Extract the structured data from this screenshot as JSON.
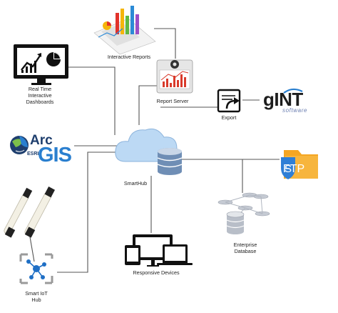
{
  "nodes": {
    "interactive_reports": "Interactive Reports",
    "dashboards": [
      "Real Time",
      "Interactive",
      "Dashboards"
    ],
    "report_server": "Report Server",
    "export": "Export",
    "smarthub": "SmartHub",
    "enterprise_db": [
      "Enterprise",
      "Database"
    ],
    "responsive_devices": "Responsive Devices",
    "smart_iot_hub": [
      "Smart IoT",
      "Hub"
    ]
  },
  "logos": {
    "arcgis": {
      "arc": "Arc",
      "esri": "ESRI",
      "gis": "GIS"
    },
    "gint": {
      "name": "gINT",
      "tag": "software"
    },
    "sftp": "FTP"
  },
  "icons": {
    "reports": "bar-chart-reports-icon",
    "dashboard": "monitor-dashboard-icon",
    "server": "report-server-icon",
    "export": "export-document-icon",
    "cloud": "cloud-database-icon",
    "database": "enterprise-database-icon",
    "devices": "responsive-devices-icon",
    "iot": "iot-hub-icon",
    "sensors": "sensor-probes-icon",
    "sftp": "sftp-folder-shield-icon",
    "arcgis": "arcgis-globe-icon"
  },
  "colors": {
    "line": "#555555",
    "cloud": "#bcd9f4",
    "db": "#6f8eb5",
    "accent_red": "#d93a2b",
    "sftp_folder": "#f5a623",
    "sftp_shield": "#2f7fd6",
    "arcgis_blue": "#2a7fcf",
    "iot_blue": "#1f6fc5"
  }
}
